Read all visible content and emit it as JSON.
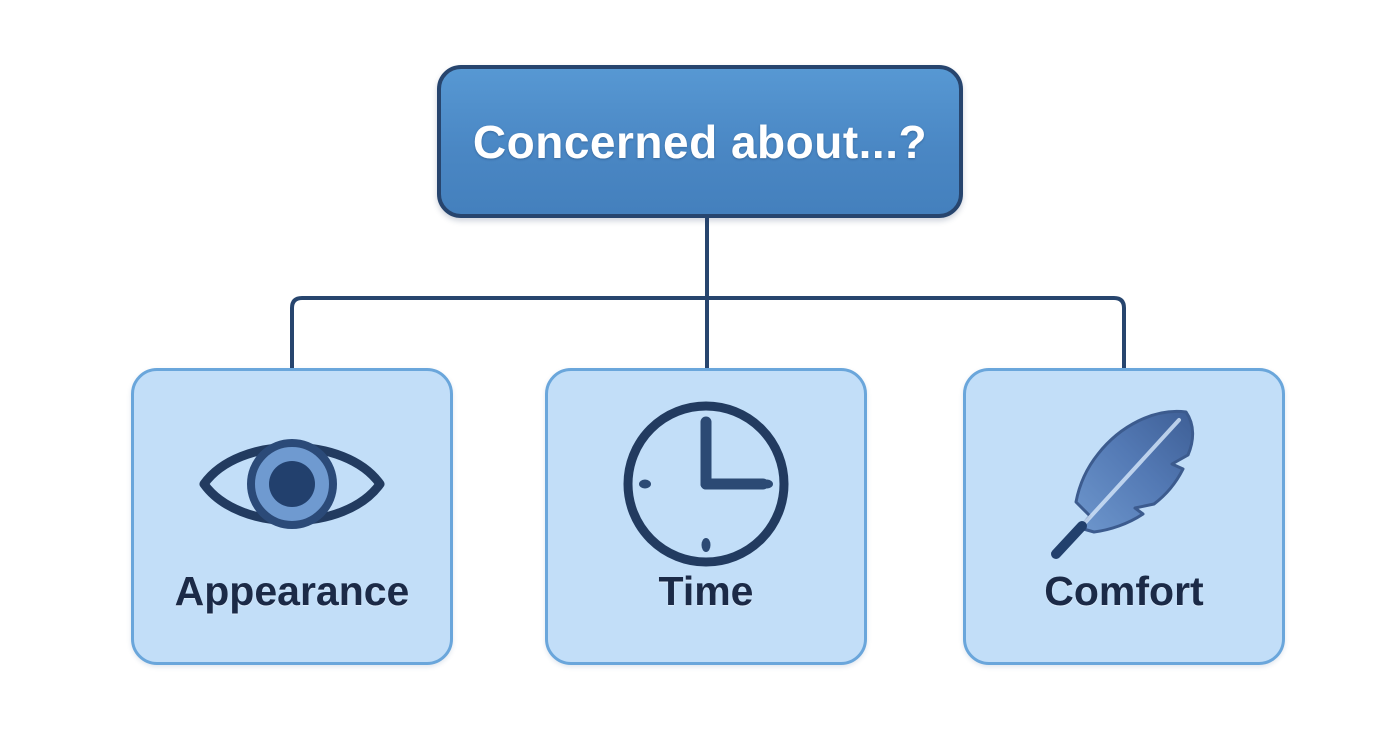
{
  "diagram": {
    "type": "tree",
    "orientation": "top-down",
    "root": {
      "label": "Concerned about...?",
      "fill_color": "#4a87c4",
      "border_color": "#27456e",
      "text_color": "#ffffff"
    },
    "children": [
      {
        "id": "appearance",
        "label": "Appearance",
        "icon": "eye-icon",
        "fill_color": "#c2def8",
        "border_color": "#6aa6db",
        "text_color": "#1b2a47"
      },
      {
        "id": "time",
        "label": "Time",
        "icon": "clock-icon",
        "fill_color": "#c2def8",
        "border_color": "#6aa6db",
        "text_color": "#1b2a47"
      },
      {
        "id": "comfort",
        "label": "Comfort",
        "icon": "feather-icon",
        "fill_color": "#c2def8",
        "border_color": "#6aa6db",
        "text_color": "#1b2a47"
      }
    ],
    "connector": {
      "style": "elbow",
      "color": "#27456e",
      "stroke_width": 4
    },
    "background_color": "#ffffff"
  }
}
